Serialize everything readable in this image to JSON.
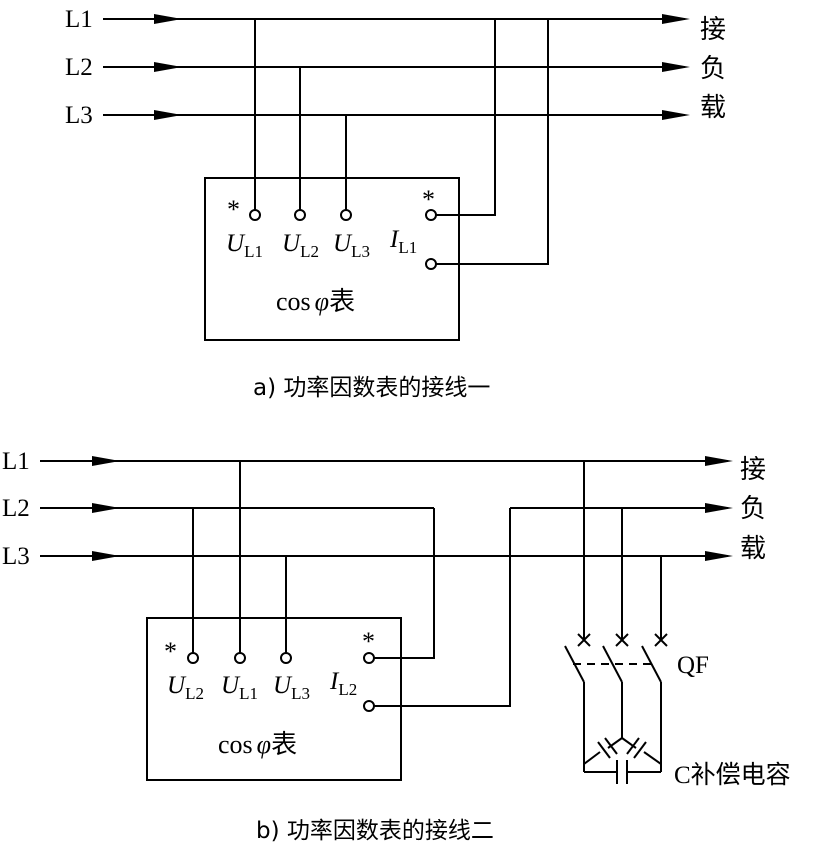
{
  "diagram_a": {
    "lines": [
      "L1",
      "L2",
      "L3"
    ],
    "load_label": [
      "接",
      "负",
      "载"
    ],
    "star": "*",
    "terminals": {
      "u1": {
        "main": "U",
        "sub": "L1"
      },
      "u2": {
        "main": "U",
        "sub": "L2"
      },
      "u3": {
        "main": "U",
        "sub": "L3"
      },
      "i": {
        "main": "I",
        "sub": "L1"
      }
    },
    "meter": {
      "cos": "cos",
      "phi": "φ",
      "biao": "表"
    },
    "caption": "a) 功率因数表的接线一"
  },
  "diagram_b": {
    "lines": [
      "L1",
      "L2",
      "L3"
    ],
    "load_label": [
      "接",
      "负",
      "载"
    ],
    "star": "*",
    "terminals": {
      "u1": {
        "main": "U",
        "sub": "L2"
      },
      "u2": {
        "main": "U",
        "sub": "L1"
      },
      "u3": {
        "main": "U",
        "sub": "L3"
      },
      "i": {
        "main": "I",
        "sub": "L2"
      }
    },
    "meter": {
      "cos": "cos",
      "phi": "φ",
      "biao": "表"
    },
    "breaker_label": "QF",
    "capacitor_label": "C补偿电容",
    "caption": "b) 功率因数表的接线二"
  }
}
